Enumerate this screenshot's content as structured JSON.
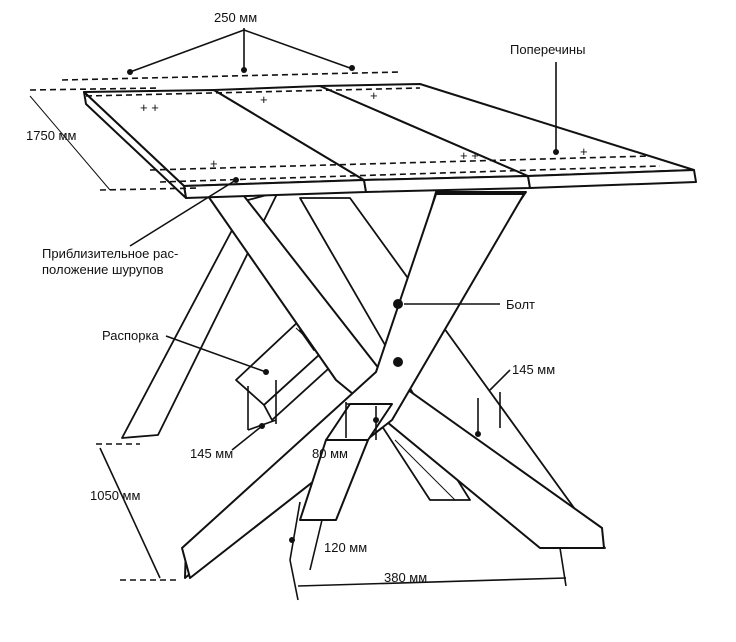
{
  "labels": {
    "slat_width": "250 мм",
    "crossbars": "Поперечины",
    "table_length": "1750 мм",
    "screw_location_line1": "Приблизительное рас-",
    "screw_location_line2": "положение шурупов",
    "bolt": "Болт",
    "brace": "Распорка",
    "brace_width": "145 мм",
    "leg_width": "145 мм",
    "offset_80": "80 мм",
    "table_height": "1050 мм",
    "offset_120": "120 мм",
    "leg_spread": "380 мм"
  }
}
